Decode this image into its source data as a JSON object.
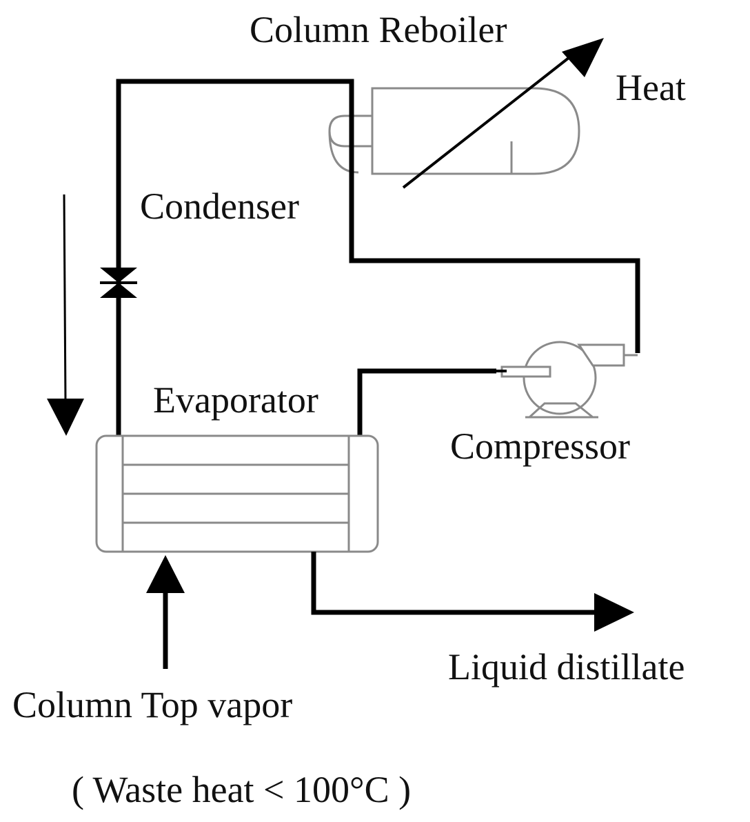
{
  "diagram": {
    "labels": {
      "column_reboiler": "Column Reboiler",
      "heat": "Heat",
      "condenser": "Condenser",
      "evaporator": "Evaporator",
      "compressor": "Compressor",
      "liquid_distillate": "Liquid distillate",
      "column_top_vapor": "Column Top vapor",
      "waste_heat": "( Waste heat < 100°C )"
    },
    "components": {
      "reboiler_icon": "reboiler-vessel-icon",
      "evaporator_icon": "shell-and-tube-exchanger-icon",
      "compressor_icon": "compressor-icon",
      "valve_icon": "expansion-valve-icon"
    },
    "colors": {
      "line": "#000000",
      "equipment_outline": "#8a8a8a",
      "background": "#ffffff"
    }
  }
}
